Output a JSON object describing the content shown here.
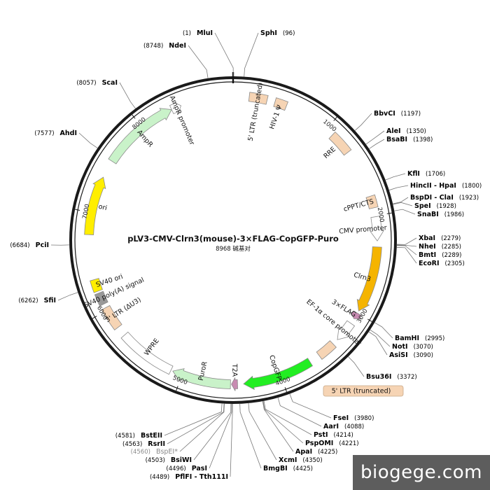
{
  "plasmid": {
    "name": "pLV3-CMV-Clrn3(mouse)-3×FLAG-CopGFP-Puro",
    "size_text": "8968 碱基对",
    "length_bp": 8968
  },
  "ticks": [
    {
      "bp": 1000,
      "label": "1000"
    },
    {
      "bp": 2000,
      "label": "2000"
    },
    {
      "bp": 3000,
      "label": "3000"
    },
    {
      "bp": 4000,
      "label": "4000"
    },
    {
      "bp": 5000,
      "label": "5000"
    },
    {
      "bp": 6000,
      "label": "6000"
    },
    {
      "bp": 7000,
      "label": "7000"
    },
    {
      "bp": 8000,
      "label": "8000"
    }
  ],
  "enzymes": [
    {
      "name": "MluI",
      "pos": "(1)",
      "bp": 1
    },
    {
      "name": "SphI",
      "pos": "(96)",
      "bp": 96
    },
    {
      "name": "NdeI",
      "pos": "(8748)",
      "bp": 8748
    },
    {
      "name": "BbvCI",
      "pos": "(1197)",
      "bp": 1197
    },
    {
      "name": "AleI",
      "pos": "(1350)",
      "bp": 1350
    },
    {
      "name": "BsaBI",
      "pos": "(1398)",
      "bp": 1398
    },
    {
      "name": "KflI",
      "pos": "(1706)",
      "bp": 1706
    },
    {
      "name": "HincII - HpaI",
      "pos": "(1800)",
      "bp": 1800
    },
    {
      "name": "BspDI - ClaI",
      "pos": "(1923)",
      "bp": 1923
    },
    {
      "name": "SpeI",
      "pos": "(1928)",
      "bp": 1928
    },
    {
      "name": "SnaBI",
      "pos": "(1986)",
      "bp": 1986
    },
    {
      "name": "XbaI",
      "pos": "(2279)",
      "bp": 2279
    },
    {
      "name": "NheI",
      "pos": "(2285)",
      "bp": 2285
    },
    {
      "name": "BmtI",
      "pos": "(2289)",
      "bp": 2289
    },
    {
      "name": "EcoRI",
      "pos": "(2305)",
      "bp": 2305
    },
    {
      "name": "BamHI",
      "pos": "(2995)",
      "bp": 2995
    },
    {
      "name": "NotI",
      "pos": "(3070)",
      "bp": 3070
    },
    {
      "name": "AsiSI",
      "pos": "(3090)",
      "bp": 3090
    },
    {
      "name": "Bsu36I",
      "pos": "(3372)",
      "bp": 3372
    },
    {
      "name": "FseI",
      "pos": "(3980)",
      "bp": 3980
    },
    {
      "name": "AarI",
      "pos": "(4088)",
      "bp": 4088
    },
    {
      "name": "PstI",
      "pos": "(4214)",
      "bp": 4214
    },
    {
      "name": "PspOMI",
      "pos": "(4221)",
      "bp": 4221
    },
    {
      "name": "ApaI",
      "pos": "(4225)",
      "bp": 4225
    },
    {
      "name": "XcmI",
      "pos": "(4350)",
      "bp": 4350
    },
    {
      "name": "BmgBI",
      "pos": "(4425)",
      "bp": 4425
    },
    {
      "name": "PflFI - Tth111I",
      "pos": "(4489)",
      "bp": 4489
    },
    {
      "name": "PasI",
      "pos": "(4496)",
      "bp": 4496
    },
    {
      "name": "BsiWI",
      "pos": "(4503)",
      "bp": 4503
    },
    {
      "name": "BspEI*",
      "pos": "(4560)",
      "bp": 4560,
      "grey": true
    },
    {
      "name": "RsrII",
      "pos": "(4563)",
      "bp": 4563
    },
    {
      "name": "BstEII",
      "pos": "(4581)",
      "bp": 4581
    },
    {
      "name": "SfiI",
      "pos": "(6262)",
      "bp": 6262
    },
    {
      "name": "PciI",
      "pos": "(6684)",
      "bp": 6684
    },
    {
      "name": "AhdI",
      "pos": "(7577)",
      "bp": 7577
    },
    {
      "name": "ScaI",
      "pos": "(8057)",
      "bp": 8057
    }
  ],
  "features": [
    {
      "id": "ltr5-trunc",
      "label": "5' LTR (truncated)",
      "start": 160,
      "end": 340,
      "kind": "box",
      "color": "#f6d4b4"
    },
    {
      "id": "hiv1-psi",
      "label": "HIV-1 Ψ",
      "start": 420,
      "end": 540,
      "kind": "box",
      "color": "#f6d4b4"
    },
    {
      "id": "rre",
      "label": "RRE",
      "start": 1080,
      "end": 1310,
      "kind": "box",
      "color": "#f6d4b4"
    },
    {
      "id": "cppt-cts",
      "label": "cPPT/CTS",
      "start": 1800,
      "end": 1920,
      "kind": "box",
      "color": "#f6d4b4"
    },
    {
      "id": "cmv-promoter",
      "label": "CMV promoter",
      "start": 2010,
      "end": 2250,
      "kind": "arrow",
      "color": "#ffffff"
    },
    {
      "id": "clrn3",
      "label": "Clrn3",
      "start": 2310,
      "end": 2975,
      "kind": "arrow",
      "color": "#f5b400"
    },
    {
      "id": "3xflag",
      "label": "3×FLAG",
      "start": 3000,
      "end": 3065,
      "kind": "arrow",
      "color": "#c88bb2"
    },
    {
      "id": "ef1a-promoter",
      "label": "EF-1α core promoter",
      "start": 3120,
      "end": 3330,
      "kind": "arrow",
      "color": "#ffffff"
    },
    {
      "id": "ltr5-trunc-2",
      "label": "5' LTR (truncated)",
      "start": 3390,
      "end": 3570,
      "kind": "box",
      "color": "#f6d4b4"
    },
    {
      "id": "copgfp",
      "label": "CopGFP",
      "start": 3680,
      "end": 4380,
      "kind": "arrow",
      "color": "#22ee22"
    },
    {
      "id": "t2a",
      "label": "T2A",
      "start": 4440,
      "end": 4500,
      "kind": "arrow",
      "color": "#c88bb2"
    },
    {
      "id": "puror",
      "label": "PuroR",
      "start": 4510,
      "end": 5100,
      "kind": "arrow",
      "color": "#c9f2c9"
    },
    {
      "id": "wpre",
      "label": "WPRE",
      "start": 5120,
      "end": 5700,
      "kind": "box",
      "color": "#ffffff"
    },
    {
      "id": "ltr3",
      "label": "3' LTR (ΔU3)",
      "start": 5800,
      "end": 6030,
      "kind": "box",
      "color": "#f6d4b4"
    },
    {
      "id": "sv40-polya",
      "label": "SV40 poly(A) signal",
      "start": 6070,
      "end": 6190,
      "kind": "box",
      "color": "#999999"
    },
    {
      "id": "sv40-ori",
      "label": "SV40 ori",
      "start": 6210,
      "end": 6330,
      "kind": "box",
      "color": "#ffee00"
    },
    {
      "id": "ori",
      "label": "ori",
      "start": 6780,
      "end": 7370,
      "kind": "arrow",
      "color": "#ffee00"
    },
    {
      "id": "ampr",
      "label": "AmpR",
      "start": 7550,
      "end": 8340,
      "kind": "arrow",
      "color": "#c9f2c9"
    },
    {
      "id": "ampr-promoter",
      "label": "AmpR promoter",
      "start": 8340,
      "end": 8440,
      "kind": "arrow",
      "color": "#ffffff"
    }
  ],
  "watermark": "biogege.com"
}
